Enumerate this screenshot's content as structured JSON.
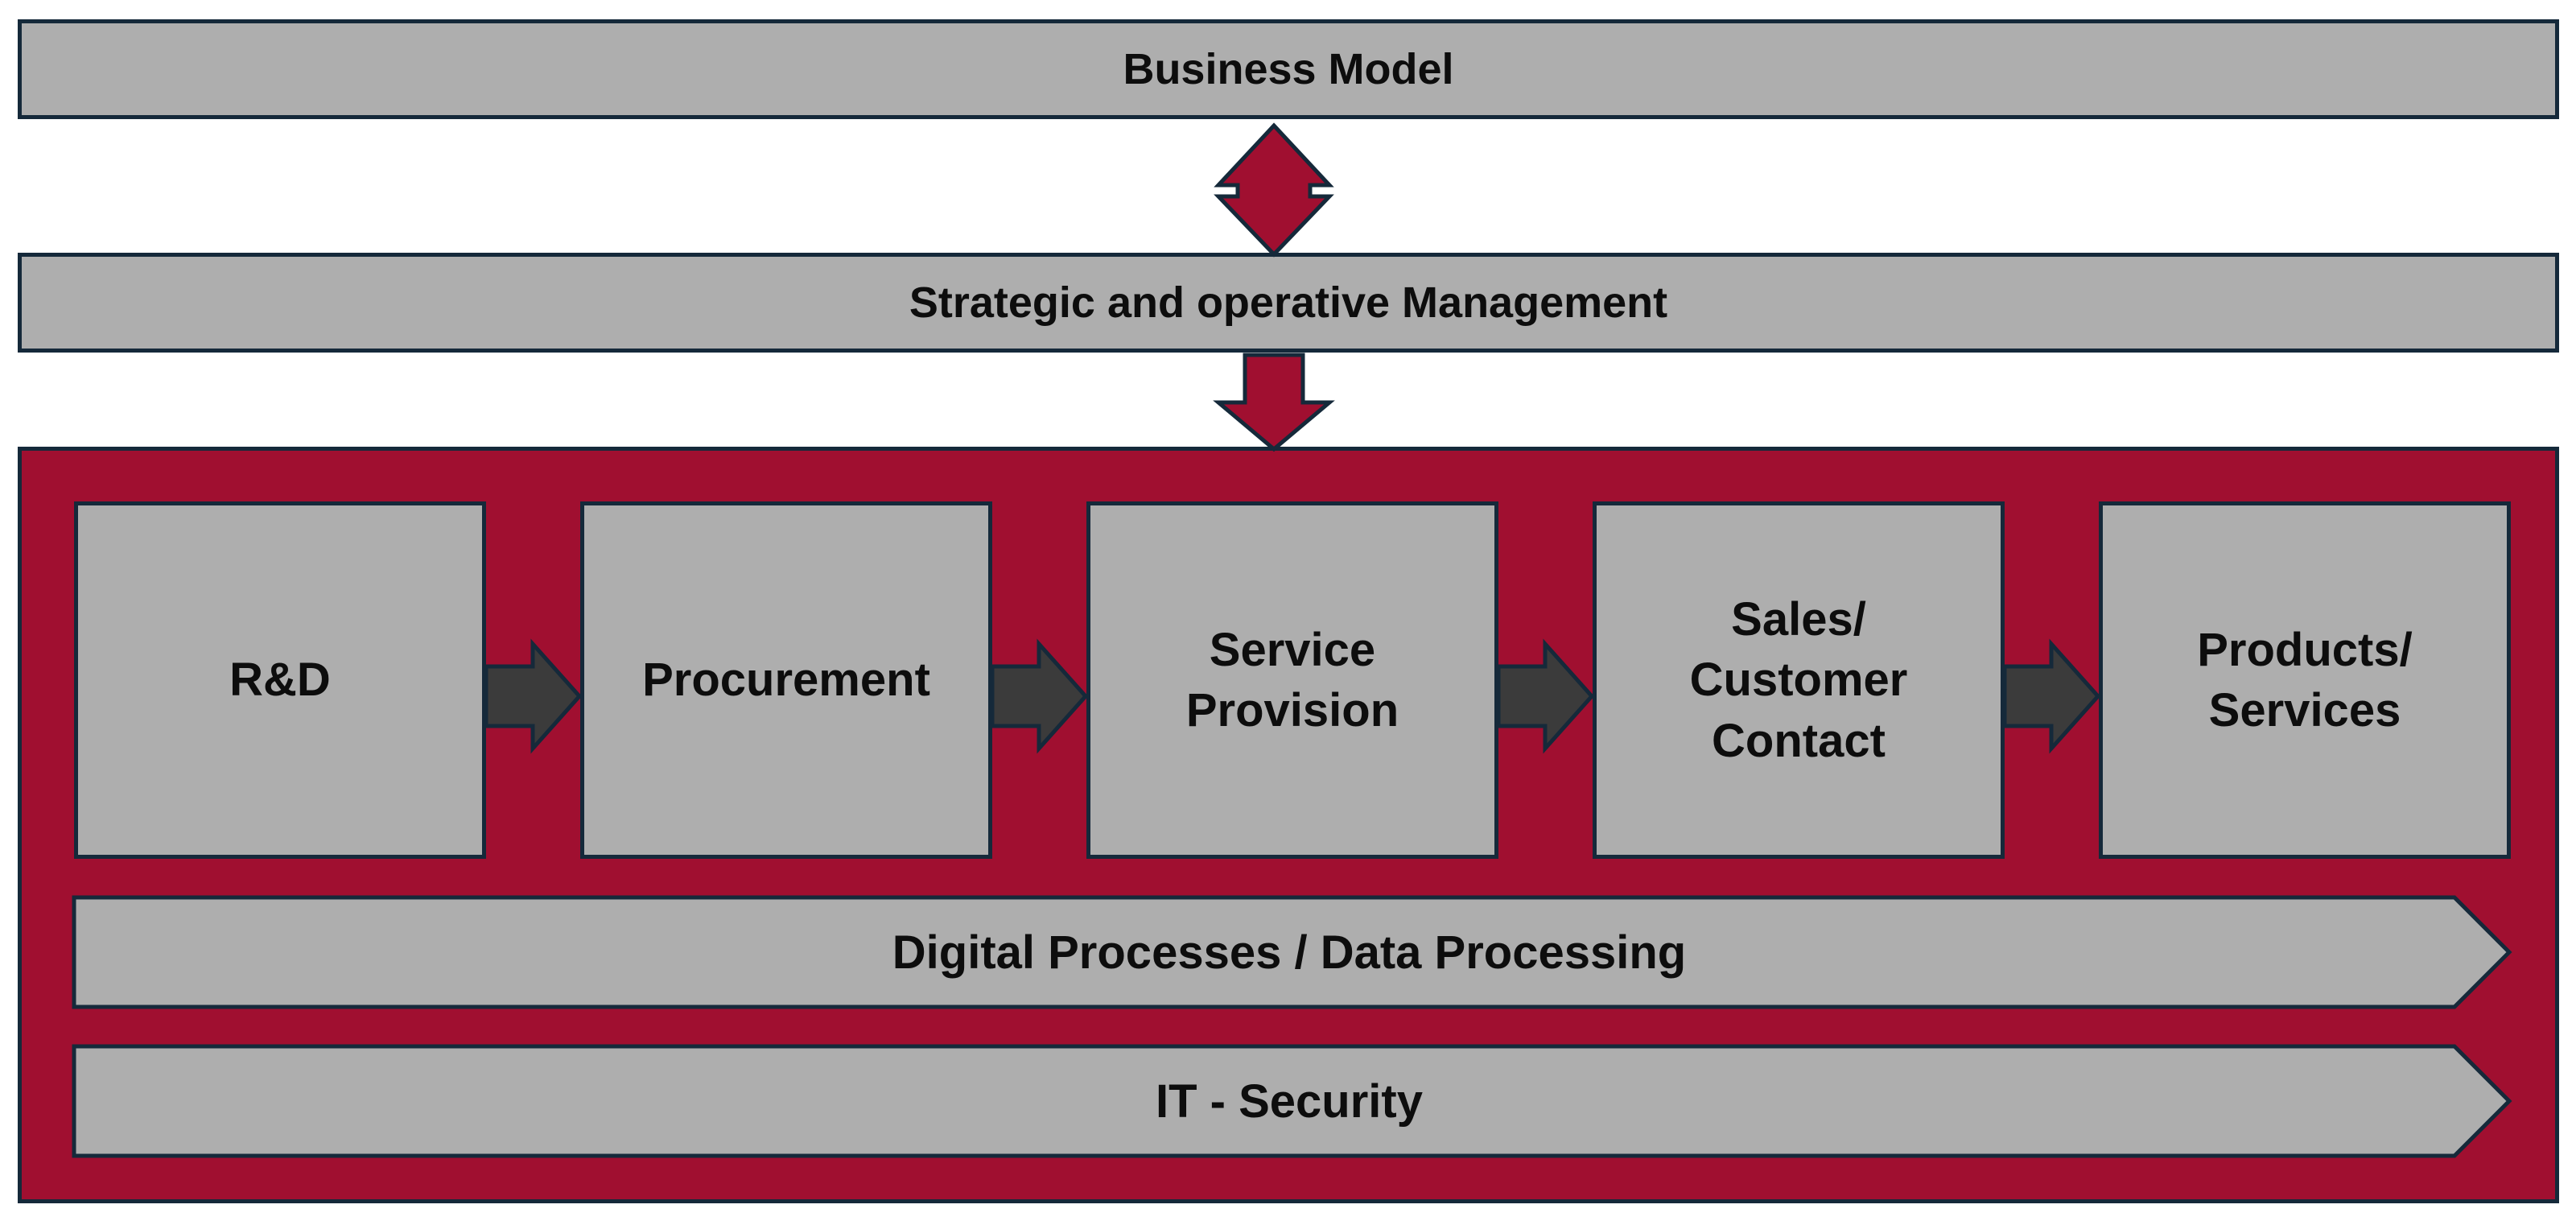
{
  "diagram": {
    "top_layer": {
      "label": "Business Model"
    },
    "middle_layer": {
      "label": "Strategic and operative Management"
    },
    "process_chain": {
      "steps": [
        {
          "label": "R&D"
        },
        {
          "label": "Procurement"
        },
        {
          "label": "Service\nProvision"
        },
        {
          "label": "Sales/\nCustomer\nContact"
        },
        {
          "label": "Products/\nServices"
        }
      ],
      "support_lanes": [
        {
          "label": "Digital Processes / Data Processing"
        },
        {
          "label": "IT - Security"
        }
      ]
    },
    "colors": {
      "box_fill": "#aeaeae",
      "outline": "#15293a",
      "frame_fill": "#a00f30",
      "connector_arrow": "#a00f30",
      "flow_arrow": "#3b3b3b"
    },
    "icons": {
      "business_to_management": "double-vertical-arrow",
      "management_to_processes": "down-arrow",
      "step_flow": "right-arrow"
    }
  }
}
